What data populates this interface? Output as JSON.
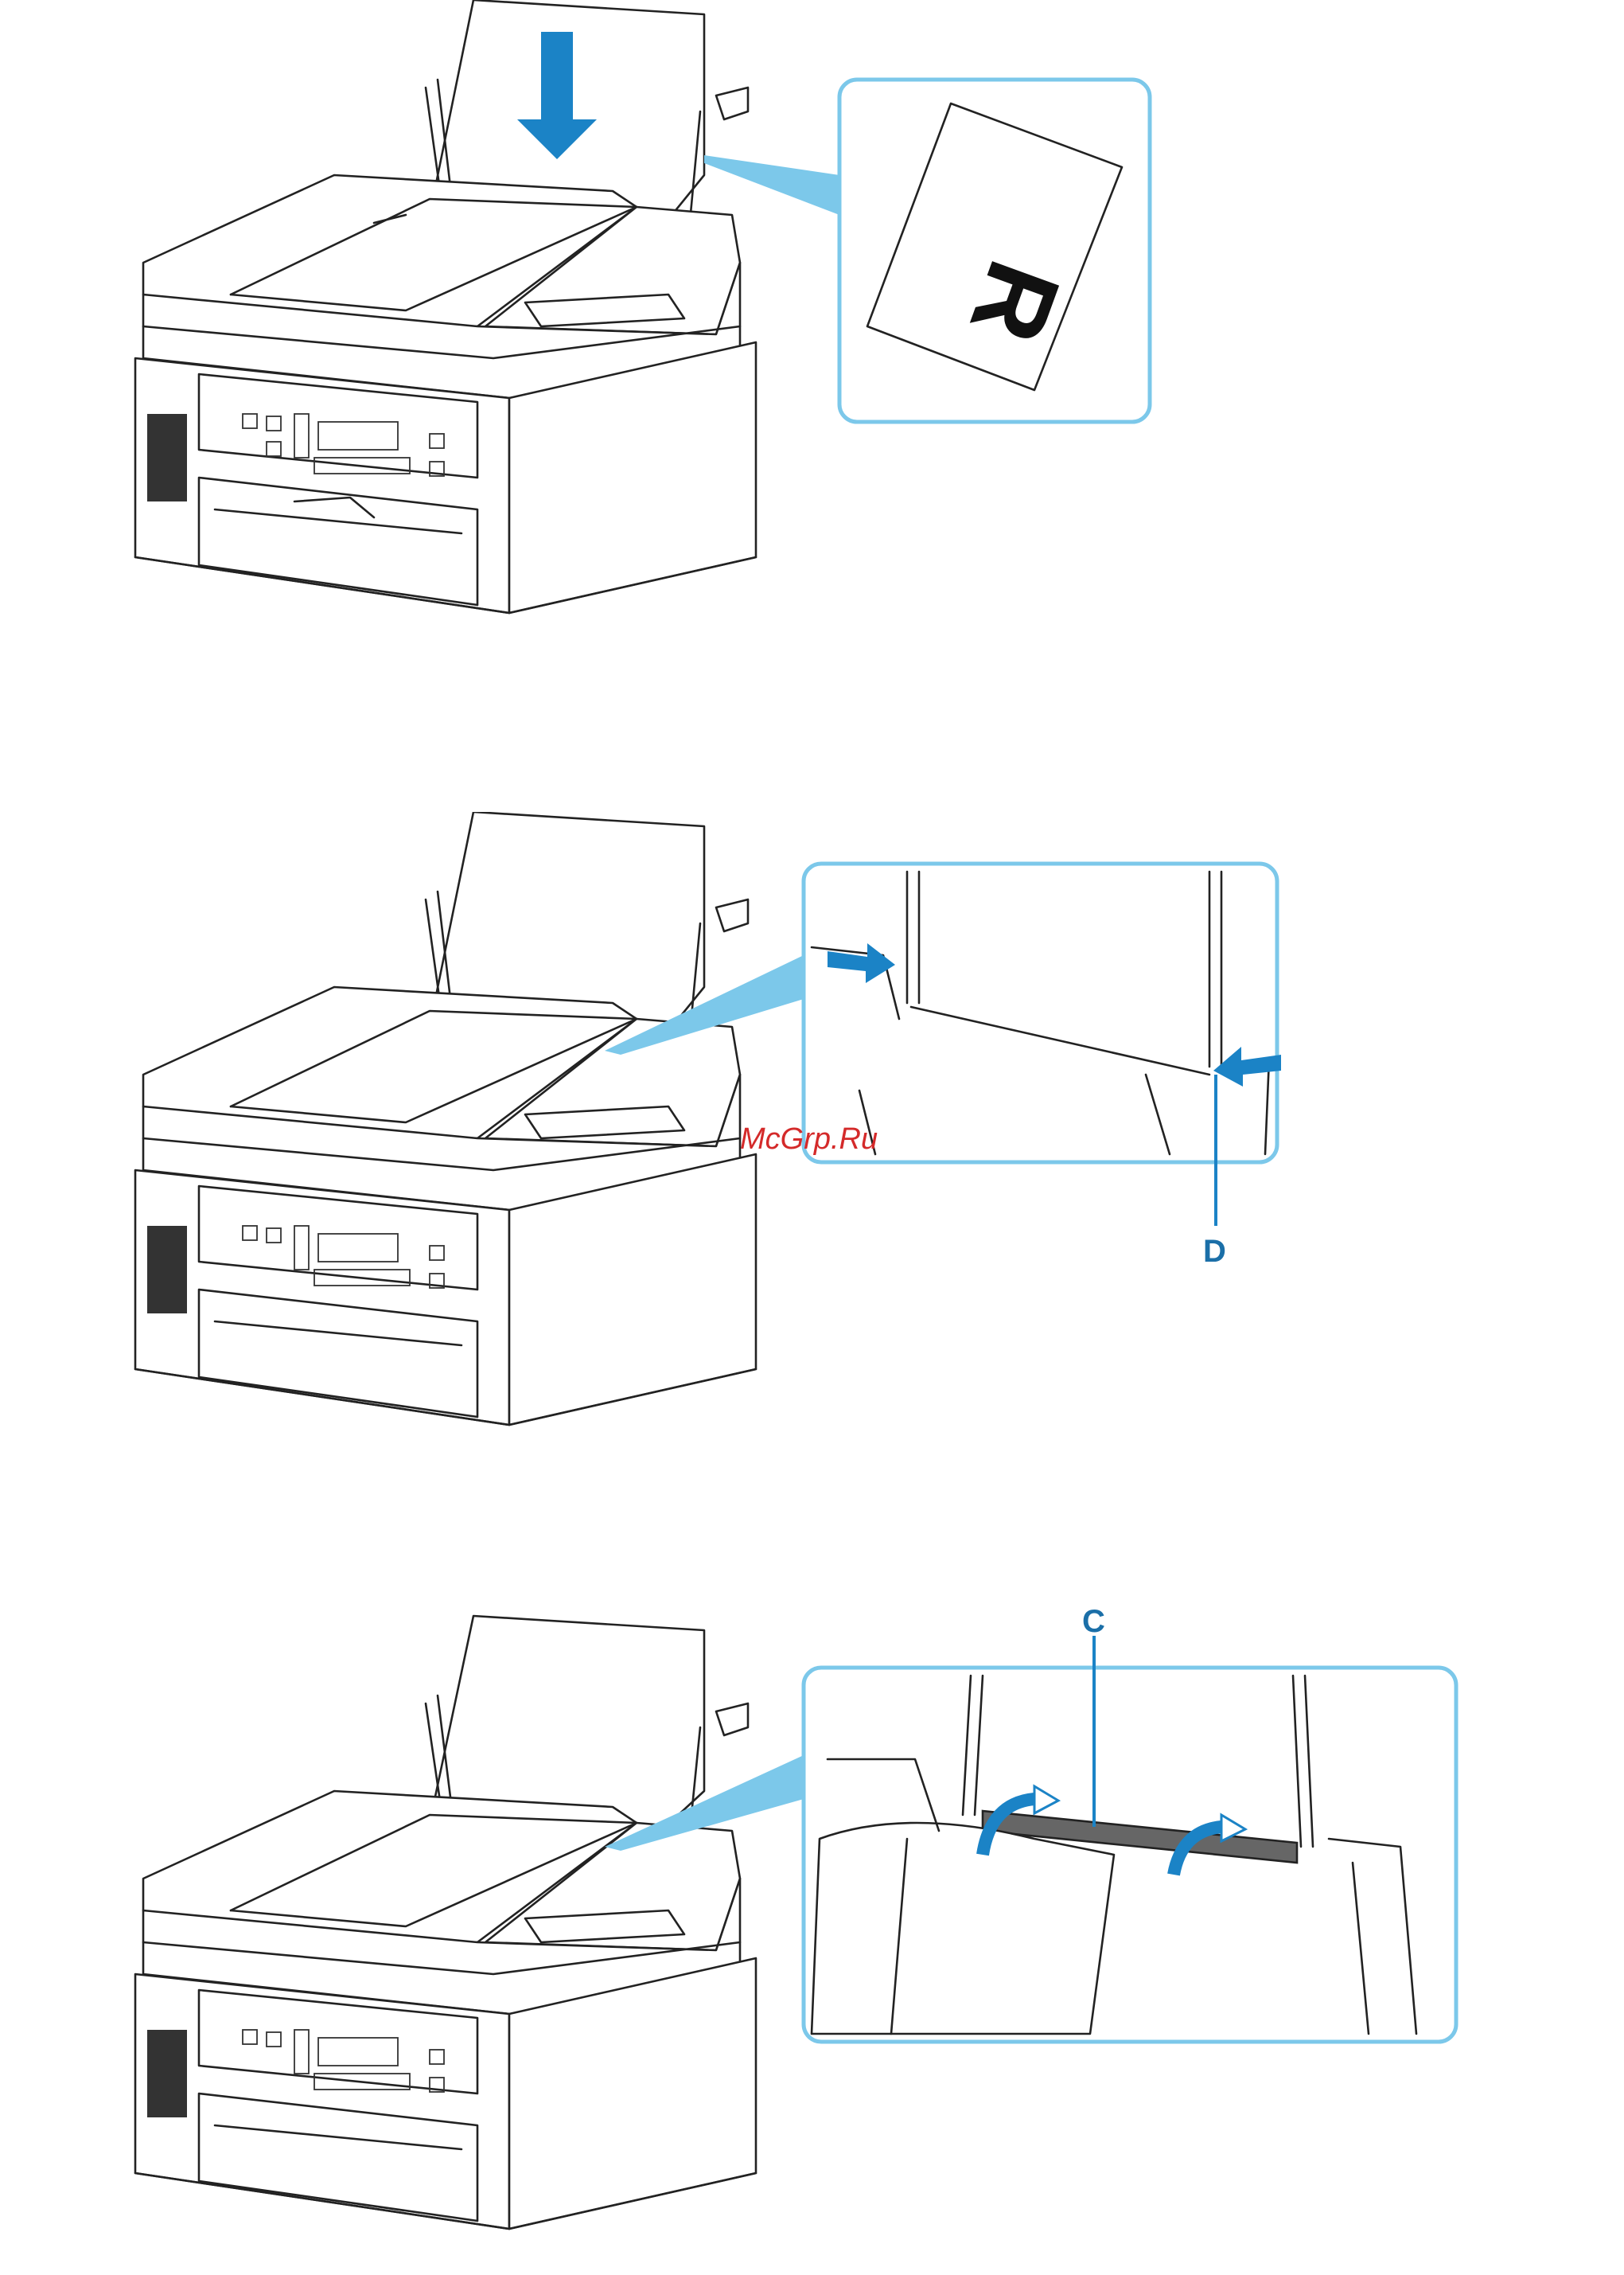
{
  "figures": [
    {
      "id": "step-load-paper",
      "arrow_color": "#1b83c6",
      "paper_mark": "R"
    },
    {
      "id": "step-paper-guides",
      "arrow_color": "#1b83c6",
      "callout_label": "D"
    },
    {
      "id": "step-feed-slot-cover",
      "arrow_color": "#1b83c6",
      "callout_label": "C"
    }
  ],
  "watermark": "McGrp.Ru",
  "colors": {
    "accent": "#1b83c6",
    "callout_border": "#7cc8ea",
    "line": "#222222"
  }
}
